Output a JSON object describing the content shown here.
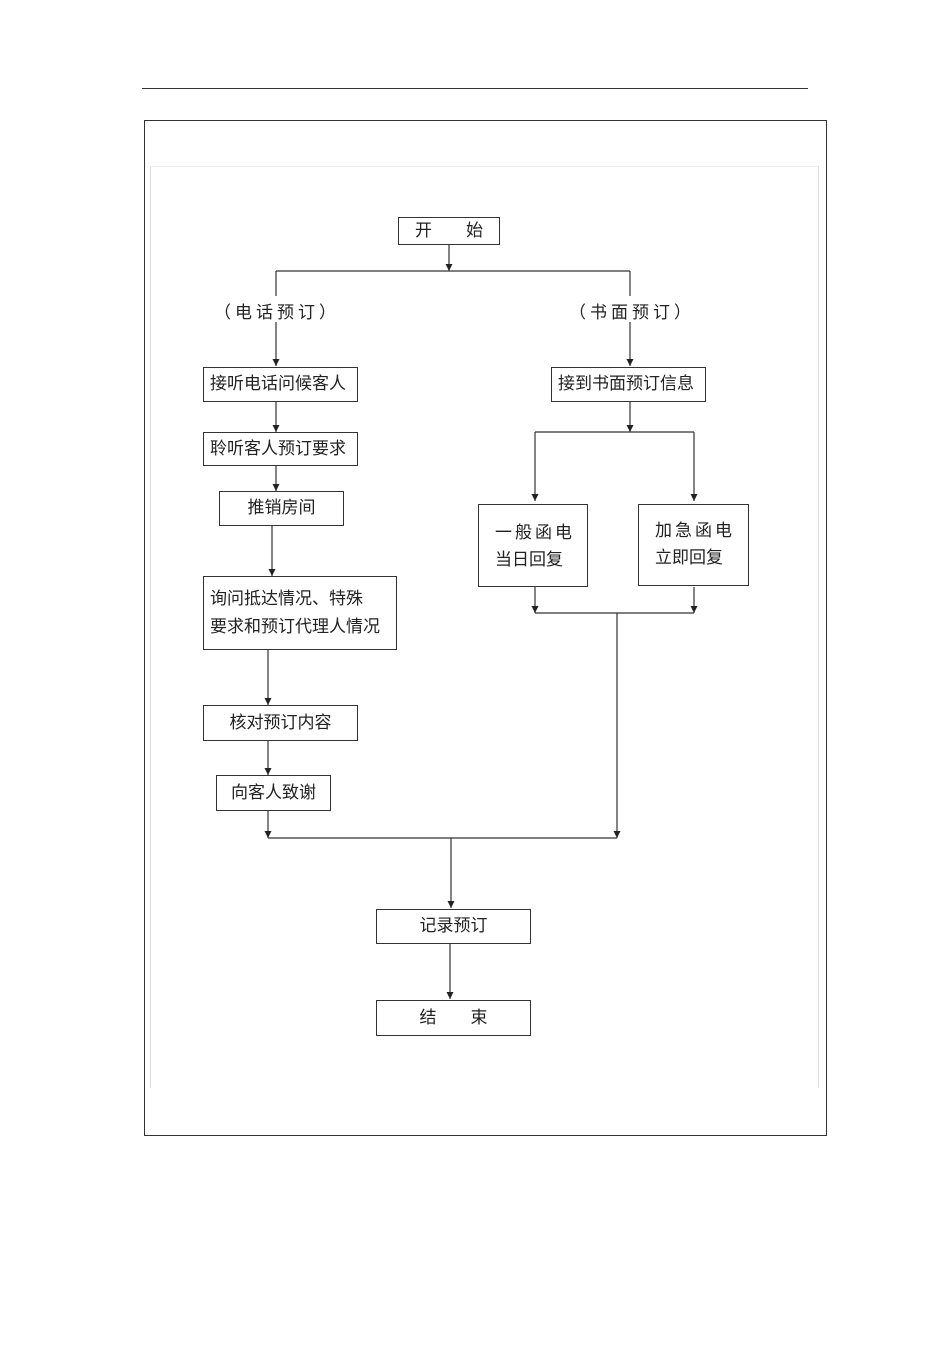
{
  "nodes": {
    "start": "开　　始",
    "phone_label": "（电话预订）",
    "written_label": "（书面预订）",
    "answer_phone": "接听电话问候客人",
    "listen": "聆听客人预订要求",
    "promote": "推销房间",
    "inquire_line1": "询问抵达情况、特殊",
    "inquire_line2": "要求和预订代理人情况",
    "verify": "核对预订内容",
    "thank": "向客人致谢",
    "receive_written": "接到书面预订信息",
    "general_line1": "一般函电",
    "general_line2": "当日回复",
    "urgent_line1": "加急函电",
    "urgent_line2": "立即回复",
    "record": "记录预订",
    "end": "结　　束"
  }
}
